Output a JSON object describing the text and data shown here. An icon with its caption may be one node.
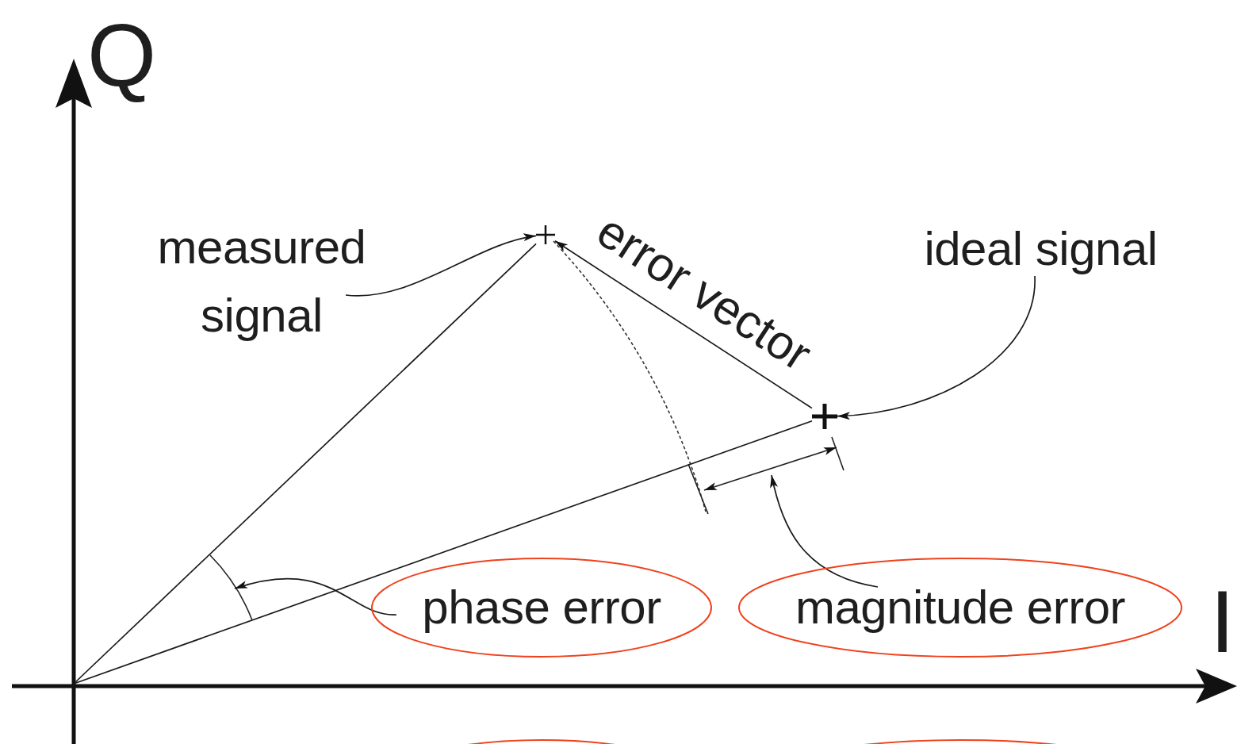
{
  "diagram": {
    "nodes": [
      {
        "text": [
          "measured signal"
        ]
      },
      {
        "text": [],
        "shape": "cross"
      },
      {
        "text": [
          "ideal signal"
        ]
      },
      {
        "text": [],
        "shape": "cross"
      },
      {
        "text": [
          "phase error"
        ]
      },
      {
        "text": [
          "magnitude error"
        ]
      },
      {
        "text": [],
        "shape": "arc"
      },
      {
        "text": [],
        "shape": "line"
      },
      {
        "text": [],
        "shape": "ellipse"
      },
      {
        "text": [],
        "shape": "ellipse"
      }
    ],
    "edges": [
      {
        "from": 0,
        "to": 1,
        "arrow": "to"
      },
      {
        "from": 2,
        "to": 3,
        "arrow": "to"
      },
      {
        "from": 4,
        "to": 6,
        "arrow": "to"
      },
      {
        "from": 5,
        "to": 7,
        "arrow": "to"
      },
      {
        "from": 3,
        "to": 1,
        "arrow": "to",
        "label": "error vector"
      },
      {
        "from": null,
        "to": 1,
        "arrow": "none"
      },
      {
        "from": null,
        "to": 3,
        "arrow": "none"
      }
    ],
    "labels": [
      "Q",
      "I"
    ]
  }
}
